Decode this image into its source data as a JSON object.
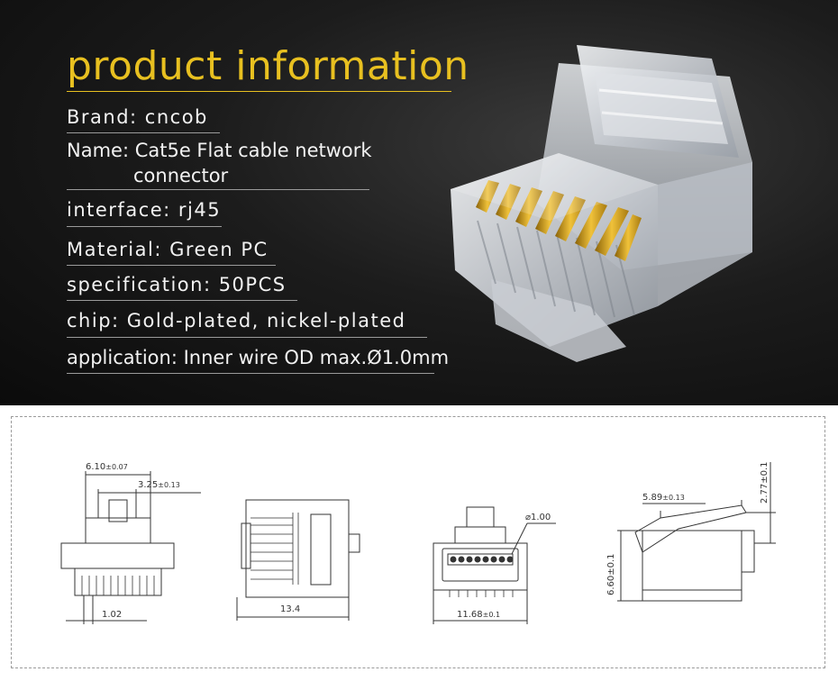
{
  "title": "product information",
  "specs": {
    "brand": "Brand: cncob",
    "name_line1": "Name: Cat5e Flat cable network",
    "name_line2": "connector",
    "interface": "interface: rj45",
    "material": "Material: Green PC",
    "specification": "specification: 50PCS",
    "chip": "chip: Gold-plated, nickel-plated",
    "application": "application: Inner wire OD max.Ø1.0mm"
  },
  "dimensions": {
    "d1_main": "6.10",
    "d1_tol": "±0.07",
    "d2_main": "3.25",
    "d2_tol": "±0.13",
    "d3": "1.02",
    "d4": "13.4",
    "d5": "⌀1.00",
    "d6_main": "11.68",
    "d6_tol": "±0.1",
    "d7_main": "5.89",
    "d7_tol": "±0.13",
    "d8": "2.77±0.1",
    "d9": "6.60±0.1"
  },
  "colors": {
    "title": "#e8c020",
    "gold_pins": "#d4a017",
    "background": "#111111"
  }
}
